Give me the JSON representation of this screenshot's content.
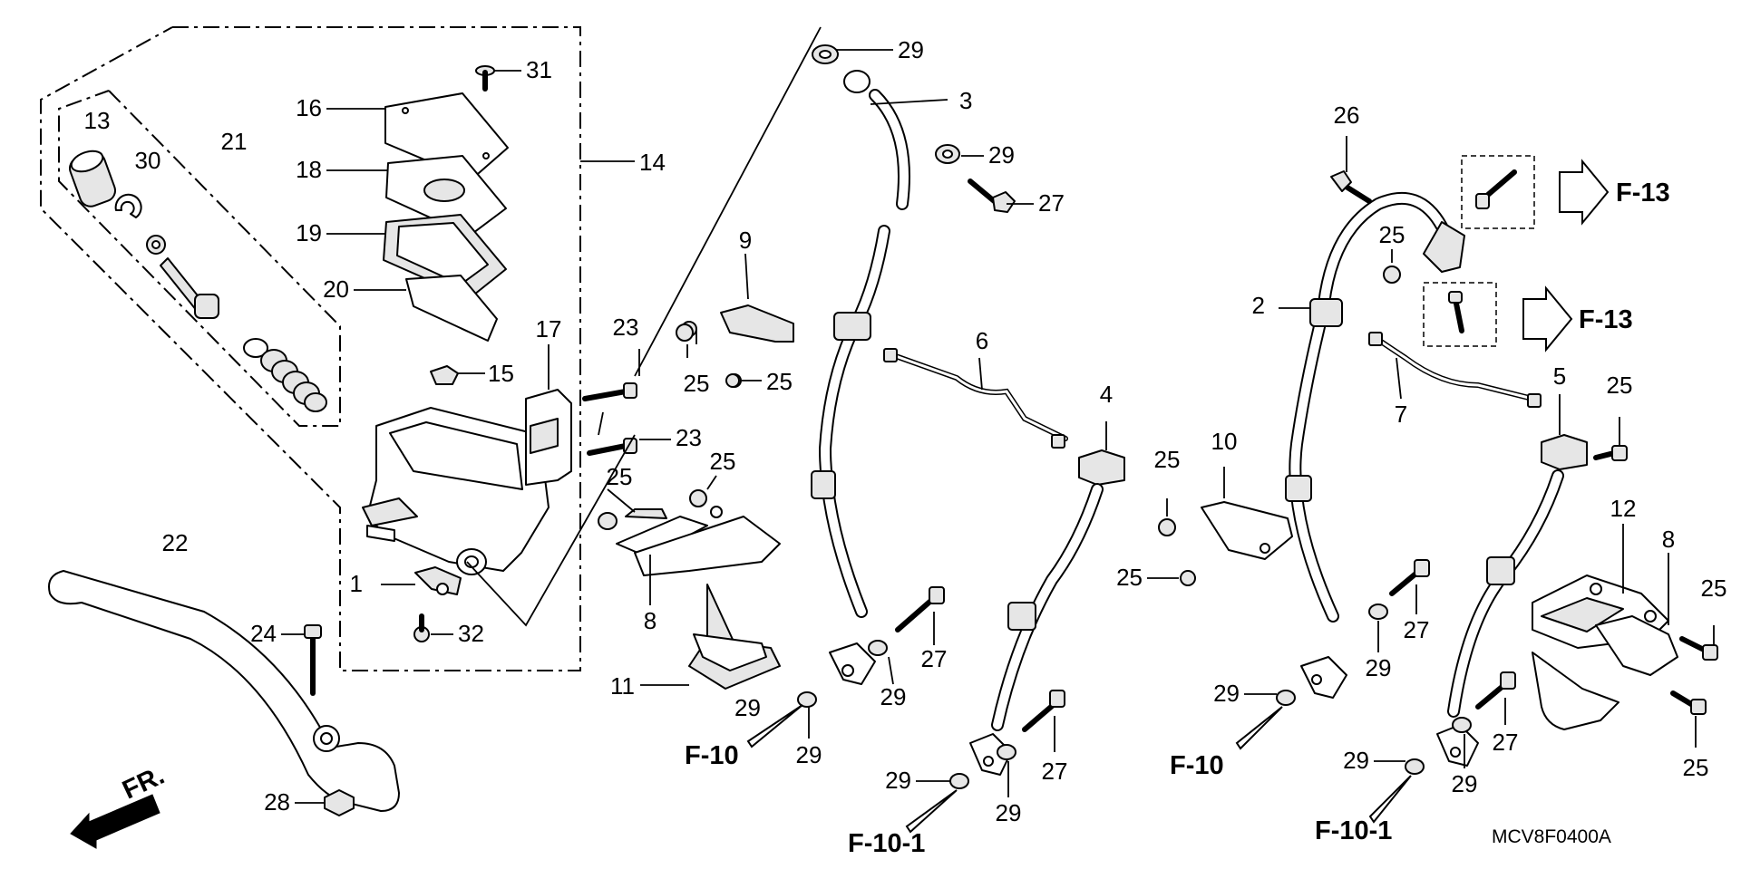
{
  "labels": {
    "p1": "1",
    "p2": "2",
    "p3": "3",
    "p4": "4",
    "p5": "5",
    "p6": "6",
    "p7": "7",
    "p8a": "8",
    "p8b": "8",
    "p9": "9",
    "p10": "10",
    "p11": "11",
    "p12": "12",
    "p13": "13",
    "p14": "14",
    "p15": "15",
    "p16": "16",
    "p17": "17",
    "p18": "18",
    "p19": "19",
    "p20": "20",
    "p21": "21",
    "p22": "22",
    "p23a": "23",
    "p23b": "23",
    "p24": "24",
    "p25a": "25",
    "p25b": "25",
    "p25c": "25",
    "p25d": "25",
    "p25e": "25",
    "p25f": "25",
    "p25g": "25",
    "p25h": "25",
    "p25i": "25",
    "p25j": "25",
    "p26": "26",
    "p27a": "27",
    "p27b": "27",
    "p27c": "27",
    "p27d": "27",
    "p27e": "27",
    "p28": "28",
    "p29a": "29",
    "p29b": "29",
    "p29c": "29",
    "p29d": "29",
    "p29e": "29",
    "p29f": "29",
    "p29g": "29",
    "p29h": "29",
    "p29i": "29",
    "p29j": "29",
    "p29k": "29",
    "p30": "30",
    "p31": "31",
    "p32": "32"
  },
  "refs": {
    "f10_left": "F-10",
    "f10_1_left": "F-10-1",
    "f10_right": "F-10",
    "f10_1_right": "F-10-1",
    "f13_top": "F-13",
    "f13_mid": "F-13"
  },
  "front_marker": "FR.",
  "diagram_code": "MCV8F0400A"
}
